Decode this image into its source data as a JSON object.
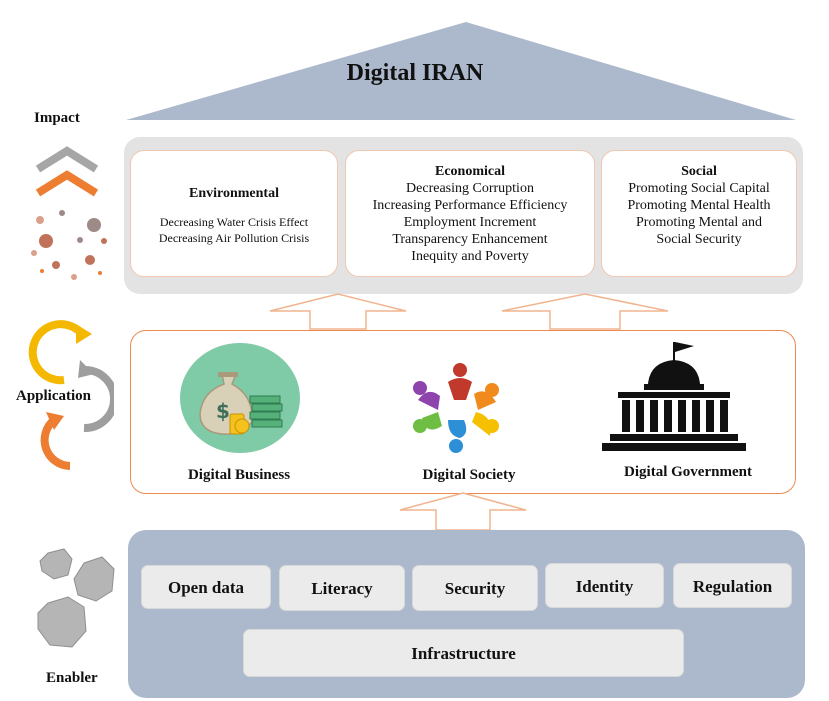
{
  "title": "Digital IRAN",
  "layers": {
    "impact": "Impact",
    "application": "Application",
    "enabler": "Enabler"
  },
  "impacts": {
    "environmental": {
      "heading": "Environmental",
      "items": [
        "Decreasing Water Crisis Effect",
        "Decreasing Air Pollution Crisis"
      ]
    },
    "economical": {
      "heading": "Economical",
      "items": [
        "Decreasing Corruption",
        "Increasing Performance Efficiency",
        "Employment Increment",
        "Transparency Enhancement",
        "Inequity and Poverty"
      ]
    },
    "social": {
      "heading": "Social",
      "items": [
        "Promoting Social Capital",
        "Promoting Mental Health",
        "Promoting Mental and",
        "Social Security"
      ]
    }
  },
  "applications": [
    "Digital Business",
    "Digital Society",
    "Digital Government"
  ],
  "enablers": [
    "Open data",
    "Literacy",
    "Security",
    "Identity",
    "Regulation"
  ],
  "foundation": "Infrastructure",
  "icons": {
    "impact": "chevron-up-icon",
    "application": "cycle-arrows-icon",
    "enabler": "gears-icon",
    "business": "money-bag-icon",
    "society": "people-circle-icon",
    "government": "capitol-building-icon"
  },
  "colors": {
    "roof": "#acb9cc",
    "impact_panel": "#e3e3e3",
    "application_border": "#ed8a4d",
    "enabler_panel": "#acb9cc",
    "pill": "#ebebeb",
    "accent_orange": "#ed7d31",
    "accent_yellow": "#f5b800",
    "gear_gray": "#b5b5b5"
  }
}
